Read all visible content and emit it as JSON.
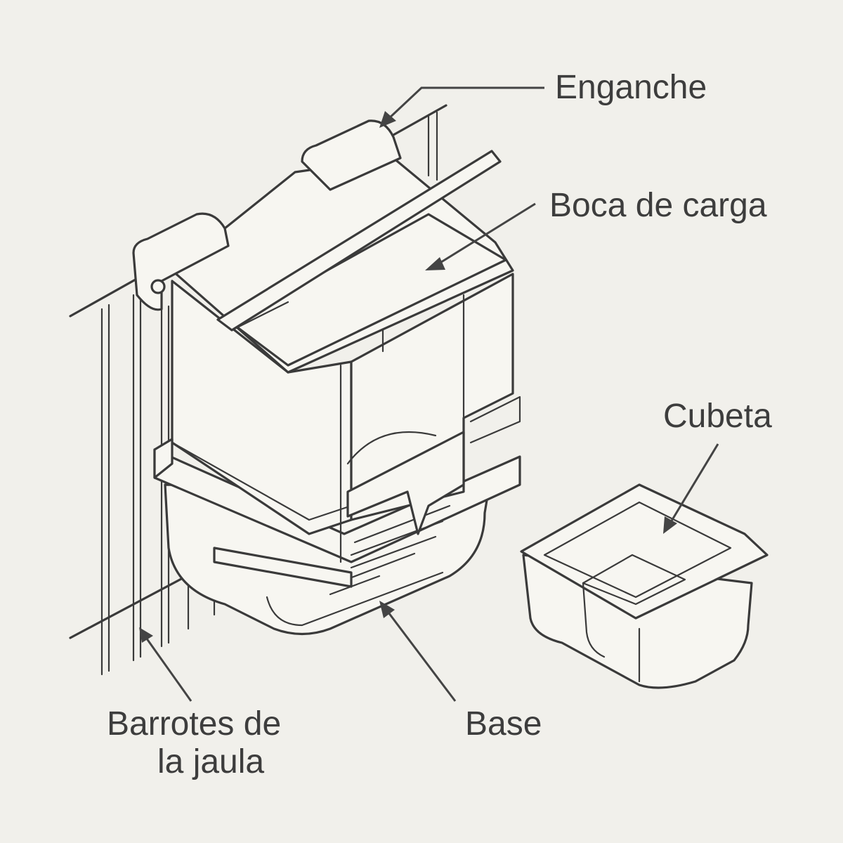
{
  "labels": {
    "enganche": "Enganche",
    "boca": "Boca de carga",
    "cubeta": "Cubeta",
    "base": "Base",
    "barrotes_1": "Barrotes de",
    "barrotes_2": "la jaula"
  },
  "colors": {
    "background": "#f1f0eb",
    "line": "#3a3a3a"
  }
}
